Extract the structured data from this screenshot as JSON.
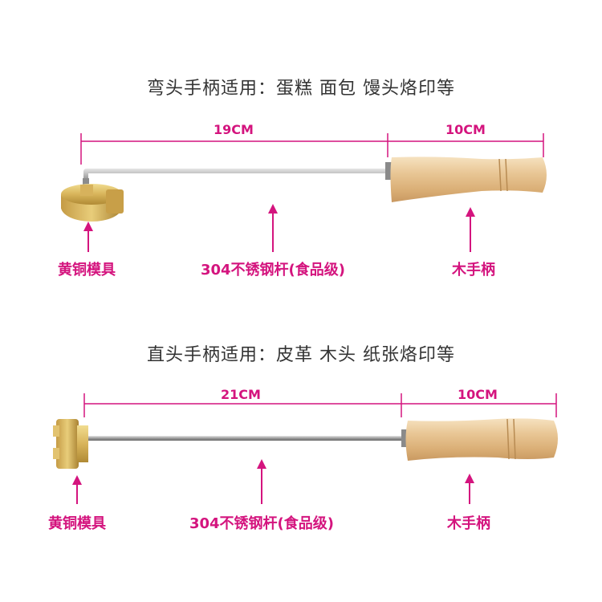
{
  "accent_color": "#d4147e",
  "section_bent": {
    "title": "弯头手柄适用：蛋糕  面包  馒头烙印等",
    "rod_length": "19CM",
    "handle_length": "10CM",
    "part_mold": "黄铜模具",
    "part_rod": "304不锈钢杆(食品级)",
    "part_handle": "木手柄"
  },
  "section_straight": {
    "title": "直头手柄适用：皮革  木头  纸张烙印等",
    "rod_length": "21CM",
    "handle_length": "10CM",
    "part_mold": "黄铜模具",
    "part_rod": "304不锈钢杆(食品级)",
    "part_handle": "木手柄"
  }
}
